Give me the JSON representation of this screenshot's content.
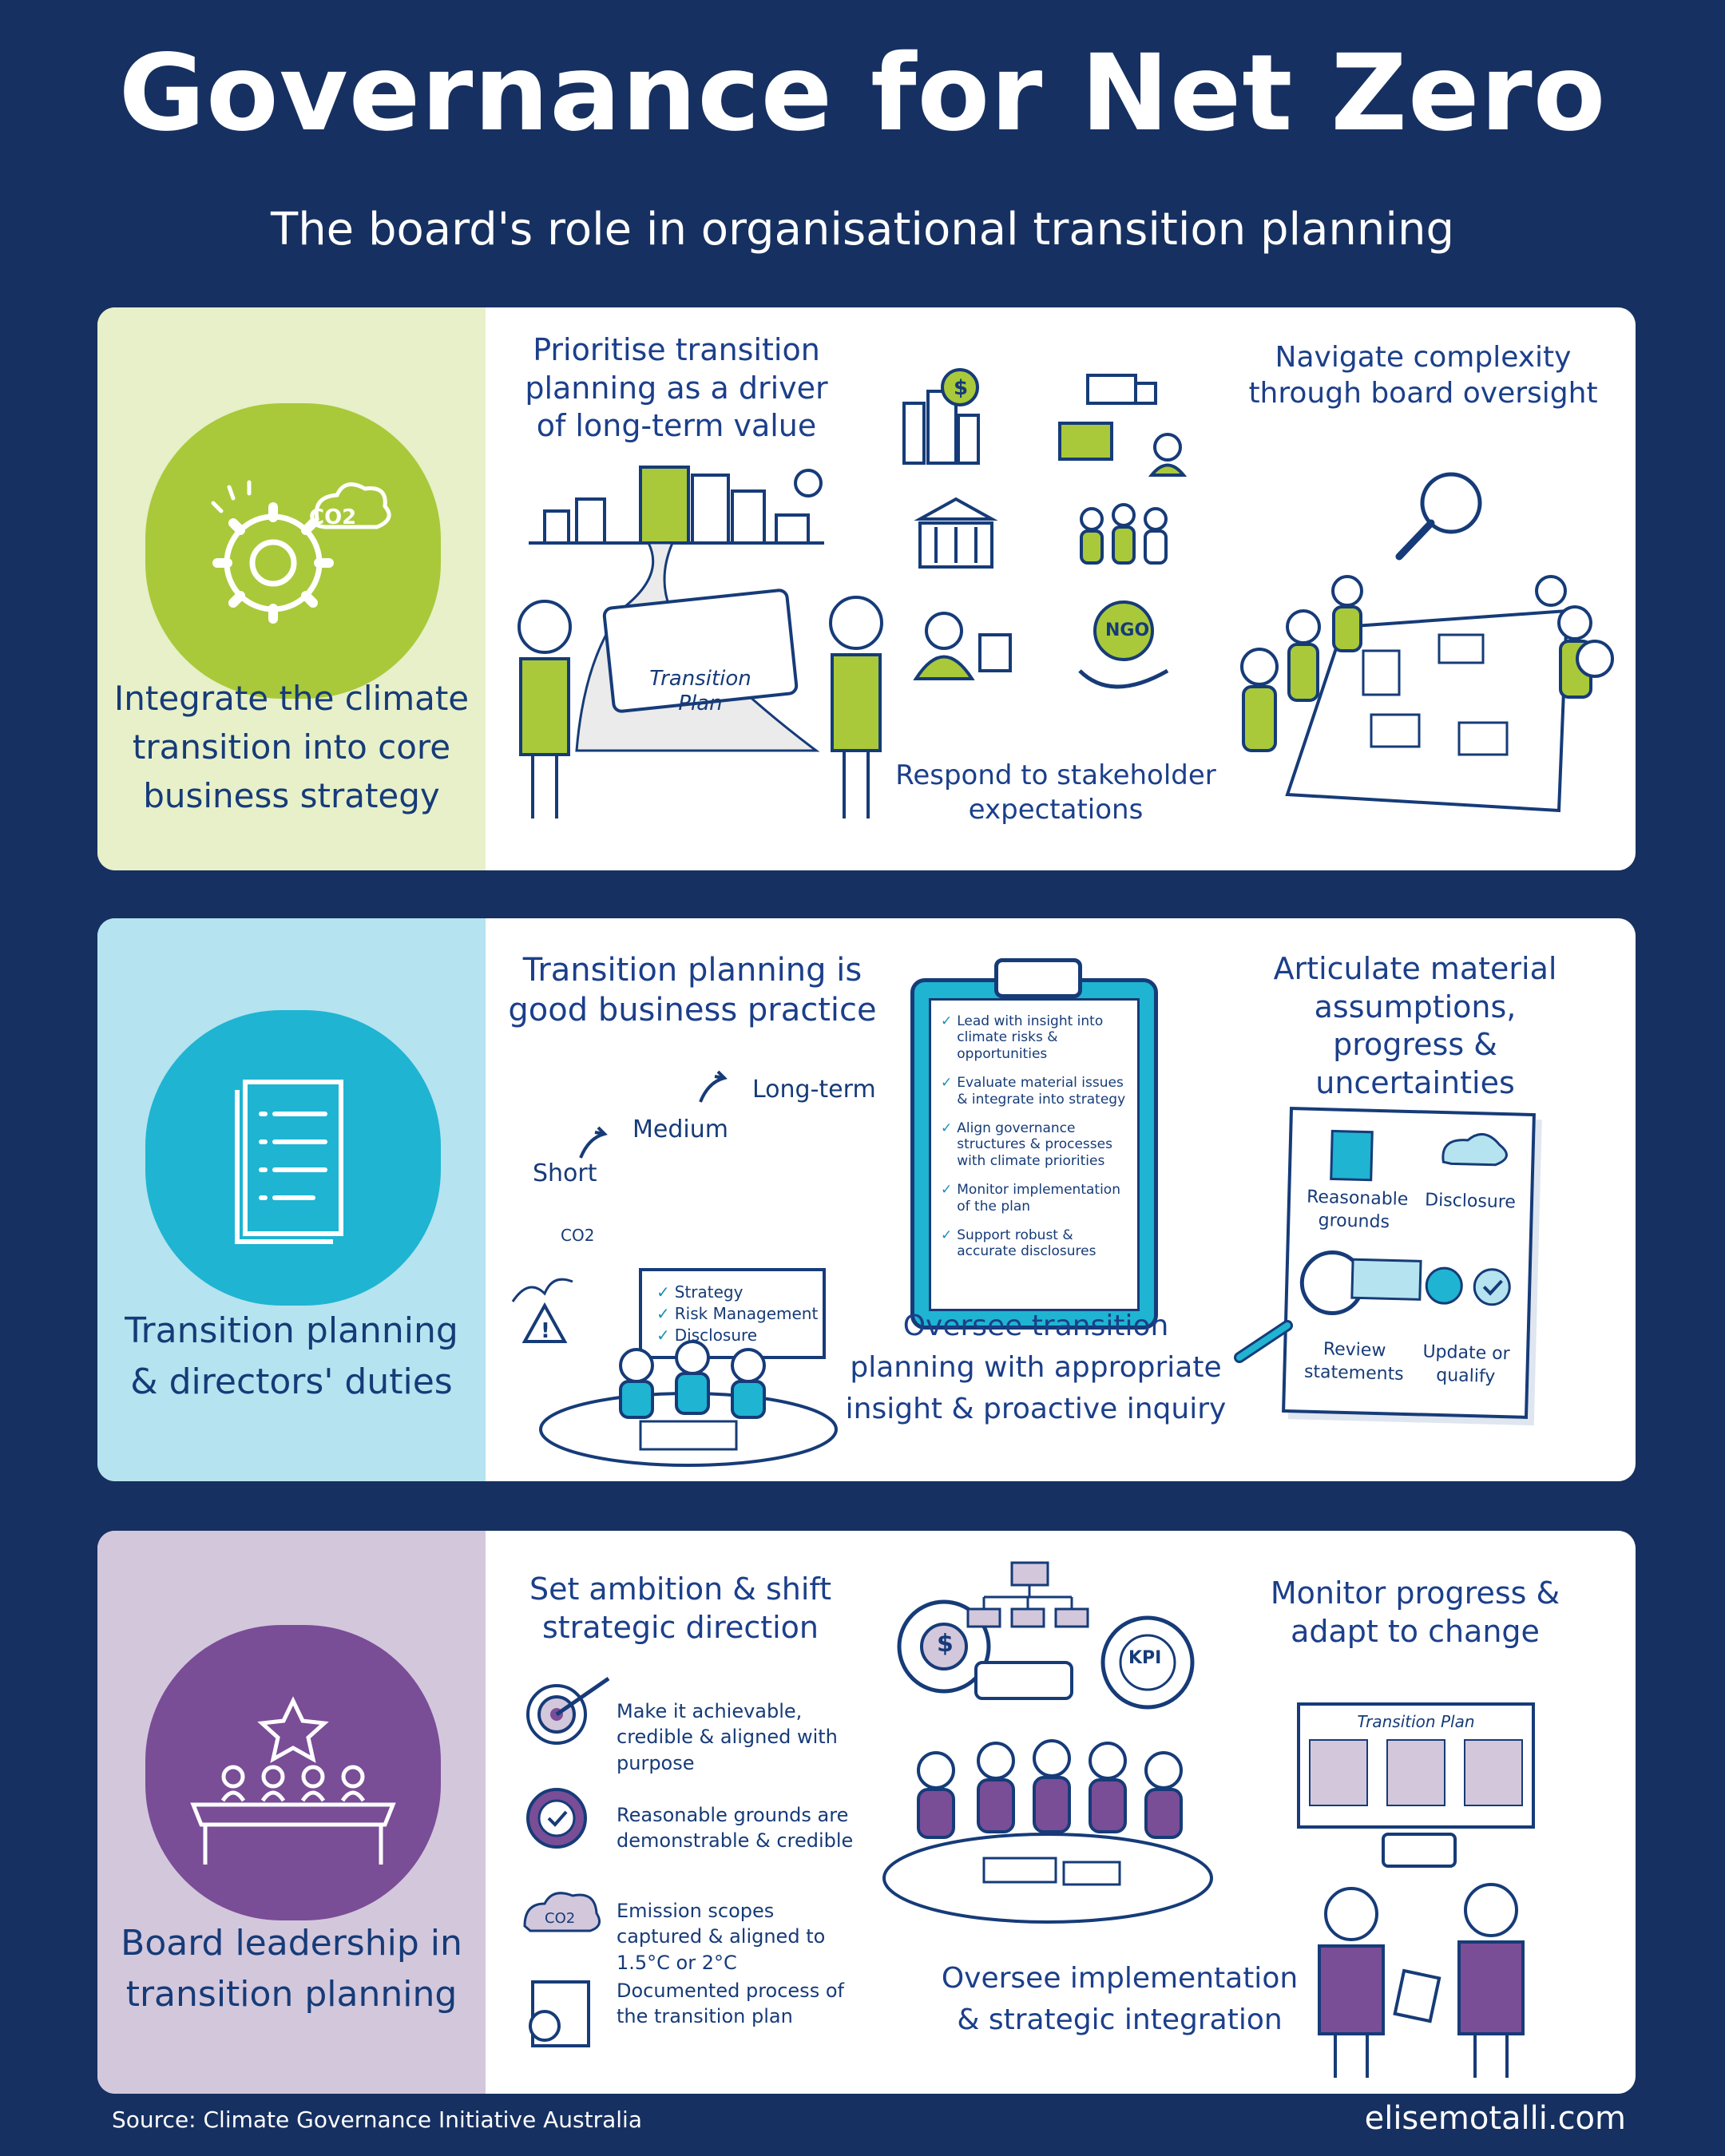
{
  "header": {
    "title": "Governance for Net Zero",
    "subtitle": "The board's role in organisational transition planning"
  },
  "panel1": {
    "side_title": "Integrate the climate transition into core business strategy",
    "co2": "CO2",
    "col1_heading": "Prioritise transition planning as a driver of long-term value",
    "plan_label": "Transition Plan",
    "col2_caption": "Respond to stakeholder expectations",
    "ngo": "NGO",
    "col3_heading": "Navigate complexity through board oversight"
  },
  "panel2": {
    "side_title": "Transition planning & directors' duties",
    "col1_heading": "Transition planning is good business practice",
    "timeline": [
      "Short",
      "Medium",
      "Long-term"
    ],
    "co2": "CO2",
    "board_items": [
      "Strategy",
      "Risk Management",
      "Disclosure"
    ],
    "checklist": [
      "Lead with insight into climate risks & opportunities",
      "Evaluate material issues & integrate into strategy",
      "Align governance structures & processes with climate priorities",
      "Monitor implementation of the plan",
      "Support robust & accurate disclosures"
    ],
    "col2_caption": "Oversee transition planning with appropriate insight & proactive inquiry",
    "col3_heading": "Articulate material assumptions, progress & uncertainties",
    "doc_labels": [
      "Reasonable grounds",
      "Disclosure",
      "Review statements",
      "Update or qualify"
    ]
  },
  "panel3": {
    "side_title": "Board leadership in transition planning",
    "col1_heading": "Set ambition & shift strategic direction",
    "items": [
      "Make it achievable, credible & aligned with purpose",
      "Reasonable grounds are demonstrable & credible",
      "Emission scopes captured & aligned to 1.5°C or 2°C",
      "Documented process of the transition plan"
    ],
    "co2": "CO2",
    "kpi": "KPI",
    "col2_caption": "Oversee implementation & strategic integration",
    "col3_heading": "Monitor progress & adapt to change",
    "plan_label": "Transition Plan"
  },
  "footer": {
    "source": "Source: Climate Governance Initiative Australia",
    "site": "elisemotalli.com"
  },
  "colors": {
    "background": "#163061",
    "green": "#a9c93a",
    "green_bg": "#e7f0c8",
    "blue": "#1fb4d2",
    "blue_bg": "#b5e3ef",
    "purple": "#7a4d97",
    "purple_bg": "#d3c7dc",
    "ink": "#163b78"
  }
}
